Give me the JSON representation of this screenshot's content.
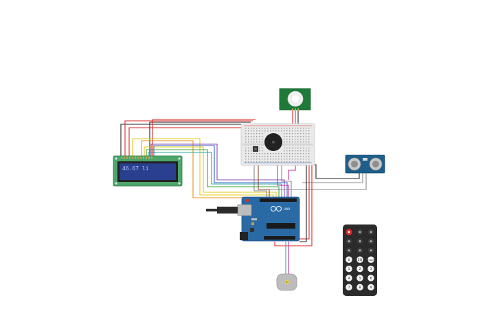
{
  "lcd": {
    "text": "46.67 li"
  },
  "arduino": {
    "label": "UNO"
  },
  "colors": {
    "background": "#ffffff",
    "breadboard": "#e9e9e9",
    "arduino": "#2a6aa4",
    "lcd_bezel": "#4ea66b",
    "lcd_screen": "#2a3f8f",
    "pir_board": "#1f7a3a",
    "ultrasonic_board": "#1d5f8a",
    "remote": "#2b2b2b",
    "buzzer": "#222222",
    "motor": "#bdbdbd"
  },
  "remote": {
    "rows": [
      [
        "power-icon",
        "vol-plus-icon",
        "func-stop-icon"
      ],
      [
        "skip-back-icon",
        "play-pause-icon",
        "skip-forward-icon"
      ],
      [
        "down-icon",
        "vol-minus-icon",
        "up-icon"
      ],
      [
        "0",
        "EQ",
        "ST/REPT"
      ],
      [
        "1",
        "2",
        "3"
      ],
      [
        "4",
        "5",
        "6"
      ],
      [
        "7",
        "8",
        "9"
      ]
    ]
  }
}
